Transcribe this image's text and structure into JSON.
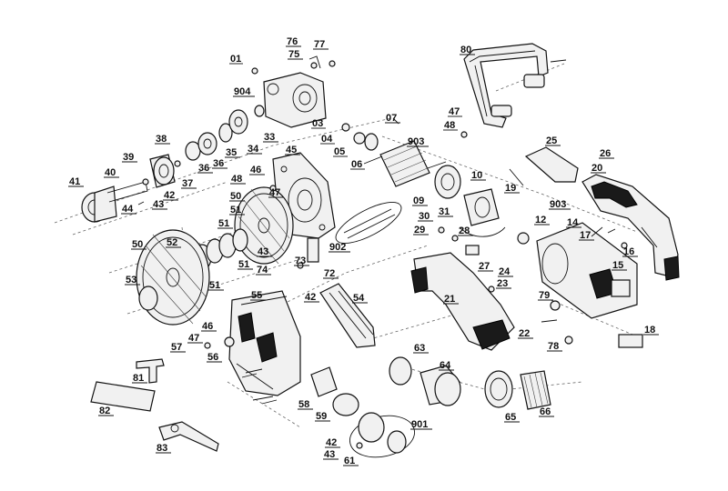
{
  "labels": [
    "01",
    "76",
    "77",
    "75",
    "80",
    "904",
    "03",
    "07",
    "47",
    "48",
    "33",
    "04",
    "05",
    "903",
    "06",
    "38",
    "35",
    "34",
    "36",
    "45",
    "25",
    "26",
    "39",
    "36",
    "37",
    "46",
    "40",
    "42",
    "48",
    "47",
    "20",
    "41",
    "43",
    "44",
    "50",
    "51",
    "09",
    "10",
    "19",
    "903",
    "51",
    "31",
    "30",
    "28",
    "29",
    "12",
    "14",
    "17",
    "16",
    "15",
    "50",
    "52",
    "43",
    "51",
    "74",
    "73",
    "42",
    "72",
    "27",
    "24",
    "23",
    "902",
    "53",
    "51",
    "54",
    "21",
    "55",
    "79",
    "46",
    "47",
    "22",
    "18",
    "57",
    "56",
    "78",
    "81",
    "63",
    "64",
    "82",
    "58",
    "59",
    "901",
    "65",
    "66",
    "83",
    "42",
    "43",
    "61"
  ]
}
